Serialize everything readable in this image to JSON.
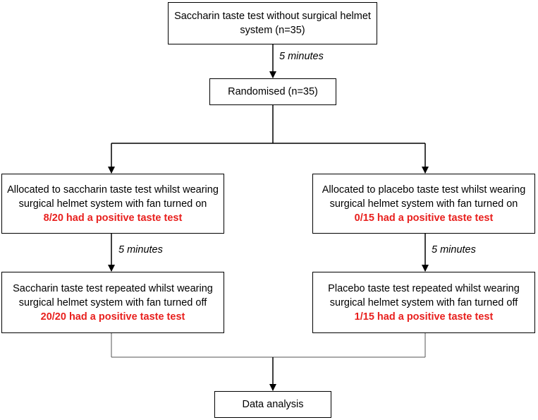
{
  "colors": {
    "highlight": "#e8201e",
    "stroke": "#000000"
  },
  "boxes": {
    "top": {
      "line1": "Saccharin taste test without surgical helmet",
      "line2": "system (n=35)"
    },
    "randomised": {
      "line1": "Randomised (n=35)"
    },
    "left_alloc": {
      "line1": "Allocated to saccharin taste test whilst wearing",
      "line2": "surgical helmet system with fan turned on",
      "result": "8/20 had a positive taste test"
    },
    "right_alloc": {
      "line1": "Allocated to placebo taste test whilst wearing",
      "line2": "surgical helmet system with fan turned on",
      "result": "0/15 had a positive taste test"
    },
    "left_repeat": {
      "line1": "Saccharin taste test repeated whilst wearing",
      "line2": "surgical helmet system with fan turned off",
      "result": "20/20 had a positive taste test"
    },
    "right_repeat": {
      "line1": "Placebo taste test repeated whilst wearing",
      "line2": "surgical helmet system with fan turned off",
      "result": "1/15 had a positive taste test"
    },
    "analysis": {
      "line1": "Data analysis"
    }
  },
  "arrow_labels": {
    "top_to_randomised": "5 minutes",
    "left_interval": "5 minutes",
    "right_interval": "5 minutes"
  }
}
